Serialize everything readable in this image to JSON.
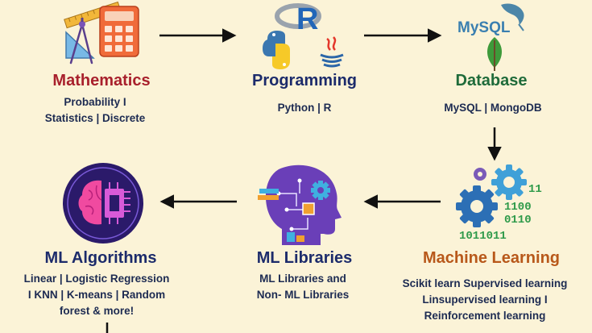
{
  "colors": {
    "background": "#fbf3d7",
    "title_red": "#a8202c",
    "title_navy": "#1c2b6b",
    "title_green": "#1f6b3a",
    "title_orange": "#b8581a",
    "desc_text": "#1d2b52",
    "arrow": "#111111"
  },
  "nodes": {
    "mathematics": {
      "title": "Mathematics",
      "line1": "Probability I",
      "line2": "Statistics | Discrete",
      "icon": "calculator-compass-icon"
    },
    "programming": {
      "title": "Programming",
      "line1": "Python | R",
      "icon": "python-r-java-icon"
    },
    "database": {
      "title": "Database",
      "line1": "MySQL | MongoDB",
      "logo_text": "MySQL",
      "icon": "mysql-mongodb-icon"
    },
    "machine_learning": {
      "title": "Machine Learning",
      "line1": "Scikit learn Supervised learning",
      "line2": "Linsupervised learning I",
      "line3": "Reinforcement learning",
      "binary1": "11",
      "binary2": "1100",
      "binary3": "0110",
      "binary4": "1011011",
      "icon": "gears-binary-icon"
    },
    "ml_libraries": {
      "title": "ML Libraries",
      "line1": "ML Libraries and",
      "line2": "Non- ML Libraries",
      "icon": "ai-head-icon"
    },
    "ml_algorithms": {
      "title": "ML Algorithms",
      "line1": "Linear | Logistic Regression",
      "line2": "I KNN | K-means | Random",
      "line3": "forest & more!",
      "icon": "brain-chip-icon"
    }
  },
  "edges": [
    {
      "from": "mathematics",
      "to": "programming"
    },
    {
      "from": "programming",
      "to": "database"
    },
    {
      "from": "database",
      "to": "machine_learning"
    },
    {
      "from": "machine_learning",
      "to": "ml_libraries"
    },
    {
      "from": "ml_libraries",
      "to": "ml_algorithms"
    },
    {
      "from": "ml_algorithms",
      "to": "next"
    }
  ]
}
